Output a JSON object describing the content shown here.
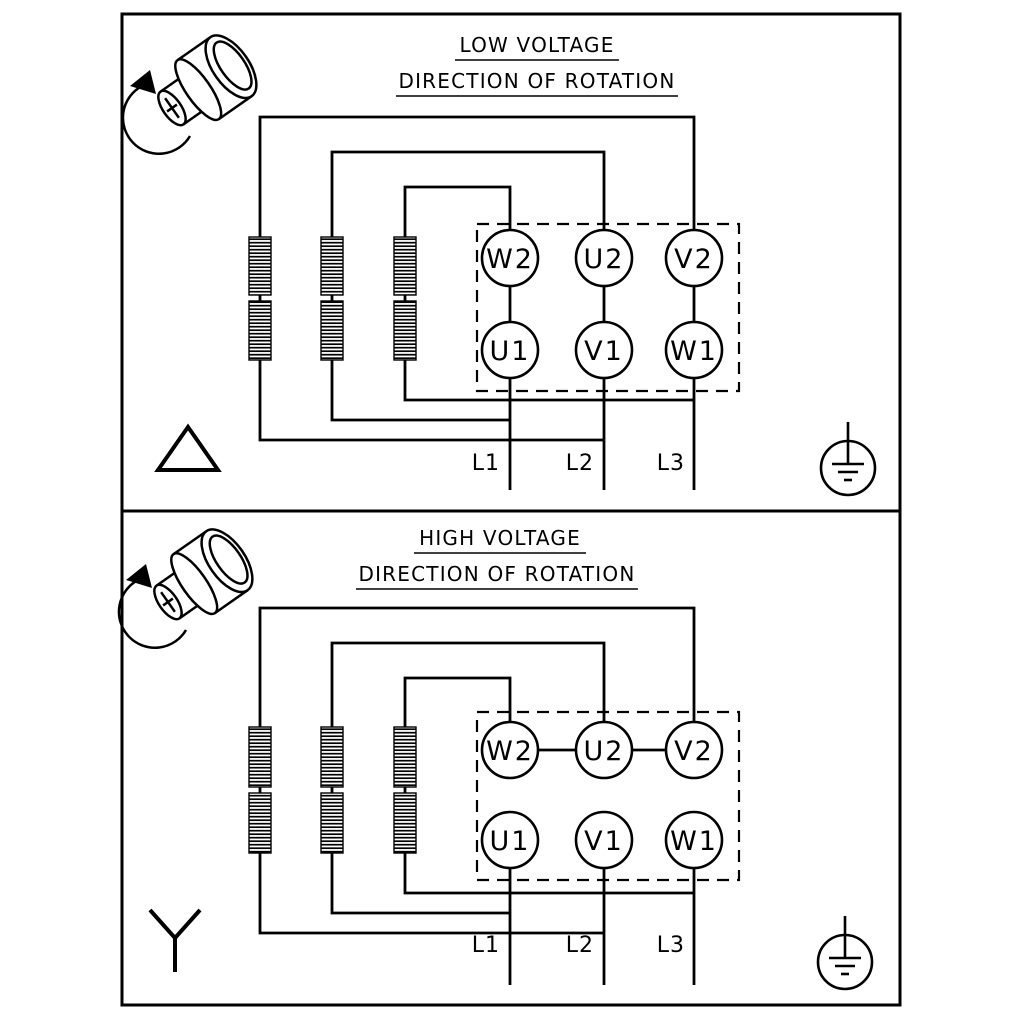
{
  "diagram": {
    "panels": [
      {
        "title": "LOW VOLTAGE",
        "subtitle": "DIRECTION OF ROTATION",
        "connection": "delta",
        "terminals_top": [
          "W2",
          "U2",
          "V2"
        ],
        "terminals_bottom": [
          "U1",
          "V1",
          "W1"
        ],
        "supply_lines": [
          "L1",
          "L2",
          "L3"
        ]
      },
      {
        "title": "HIGH VOLTAGE",
        "subtitle": "DIRECTION OF ROTATION",
        "connection": "star",
        "terminals_top": [
          "W2",
          "U2",
          "V2"
        ],
        "terminals_bottom": [
          "U1",
          "V1",
          "W1"
        ],
        "supply_lines": [
          "L1",
          "L2",
          "L3"
        ]
      }
    ],
    "icons": {
      "motor": "motor-rotation-icon",
      "ground": "earth-ground-icon",
      "delta": "delta-connection-icon",
      "star": "star-connection-icon"
    },
    "colors": {
      "line": "#000000",
      "background": "#ffffff"
    }
  }
}
